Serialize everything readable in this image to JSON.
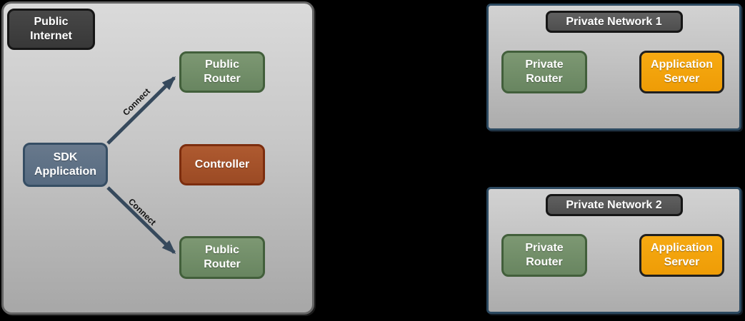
{
  "colors": {
    "background": "#000000",
    "zone_fill_top": "#dadada",
    "zone_fill_bottom": "#a7a7a7",
    "zone_border": "#646464",
    "network_border": "#2c4960",
    "dark_node_fill": "#3e3e3e",
    "green_node_fill": "#73906a",
    "blue_node_fill": "#5e7286",
    "rust_node_fill": "#a5512a",
    "orange_node_fill": "#f2a20e",
    "title_badge_fill": "#585858",
    "arrow": "#36495c",
    "node_text": "#ffffff",
    "edge_label_text": "#111111"
  },
  "left_panel": {
    "badge": "Public\nInternet",
    "nodes": {
      "public_router_top": "Public\nRouter",
      "sdk_application": "SDK\nApplication",
      "controller": "Controller",
      "public_router_bottom": "Public\nRouter"
    },
    "edges": [
      {
        "label": "Connect"
      },
      {
        "label": "Connect"
      }
    ]
  },
  "private_network_1": {
    "title": "Private Network 1",
    "nodes": {
      "private_router": "Private\nRouter",
      "application_server": "Application\nServer"
    }
  },
  "private_network_2": {
    "title": "Private Network 2",
    "nodes": {
      "private_router": "Private\nRouter",
      "application_server": "Application\nServer"
    }
  }
}
